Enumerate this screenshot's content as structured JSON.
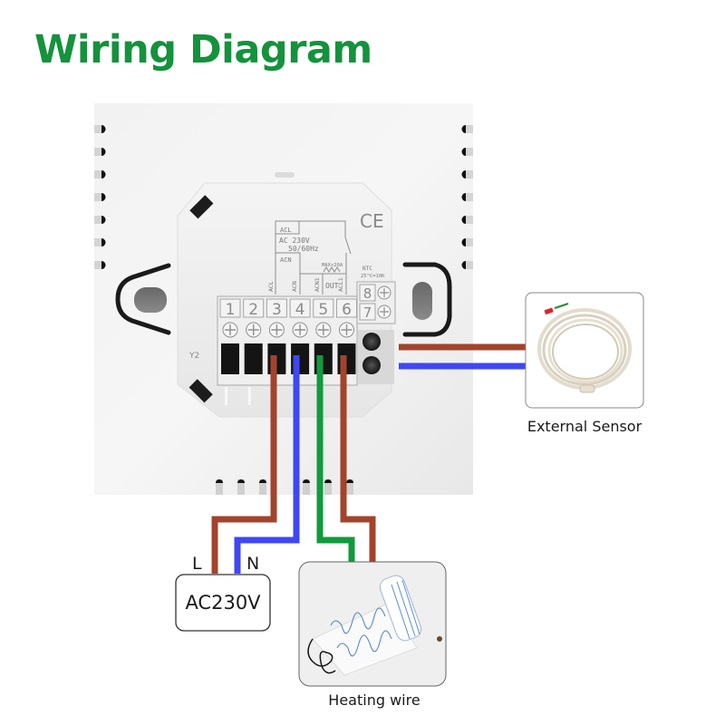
{
  "title": "Wiring Diagram",
  "colors": {
    "title": "#14923c",
    "live_wire": "#a3432c",
    "neutral_wire": "#3f47f5",
    "heating_wire_green": "#119a3d",
    "panel": "#ededed"
  },
  "thermostat": {
    "ce_mark": "CE",
    "circuit_labels": {
      "acl_top": "ACL",
      "supply_line1": "AC 230V",
      "supply_line2": "50/60Hz",
      "acn": "ACN",
      "max_current": "MAX<20A",
      "out": "OUT",
      "ntc_line1": "NTC",
      "ntc_line2": "25°C=10K",
      "vertical_acl": "ACL",
      "vertical_acn": "ACN",
      "vertical_acn1": "ACN1",
      "vertical_acl1": "ACL1"
    },
    "terminals": [
      "1",
      "2",
      "3",
      "4",
      "5",
      "6"
    ],
    "sensor_terminals": [
      "8",
      "7"
    ],
    "model_mark": "Y2"
  },
  "power_source": {
    "label": "AC230V",
    "live_label": "L",
    "neutral_label": "N"
  },
  "external_sensor": {
    "caption": "External Sensor",
    "icon": "coiled-sensor-cable-photo"
  },
  "heating_wire": {
    "caption": "Heating wire",
    "icon": "heating-mat-roll-photo"
  },
  "connections": [
    {
      "terminal": "3",
      "signal": "ACL",
      "to": "AC230V L",
      "color": "live_wire"
    },
    {
      "terminal": "4",
      "signal": "ACN",
      "to": "AC230V N",
      "color": "neutral_wire"
    },
    {
      "terminal": "5",
      "signal": "ACN1",
      "to": "Heating wire",
      "color": "heating_wire_green"
    },
    {
      "terminal": "6",
      "signal": "ACL1",
      "to": "Heating wire",
      "color": "live_wire"
    },
    {
      "terminal": "8",
      "signal": "NTC",
      "to": "External Sensor",
      "color": "live_wire"
    },
    {
      "terminal": "7",
      "signal": "NTC",
      "to": "External Sensor",
      "color": "neutral_wire"
    }
  ]
}
